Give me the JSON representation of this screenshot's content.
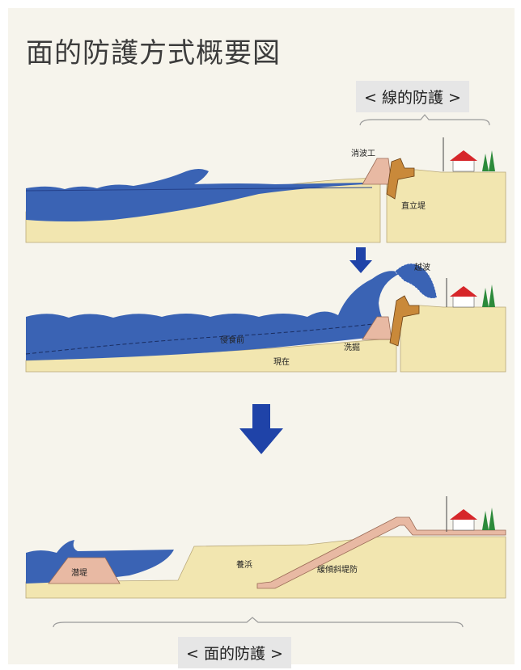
{
  "title": "面的防護方式概要図",
  "labels": {
    "top": "< 線的防護 >",
    "bottom": "< 面的防護 >",
    "top_bottom_caption": "",
    "bottom_caption": "面的防護"
  },
  "scene1": {
    "wave_breaker": "消波工",
    "seawall": "直立堤"
  },
  "scene2": {
    "overtopping": "越波",
    "before_erosion": "侵食前",
    "present": "現在",
    "scour": "洗掘"
  },
  "scene3": {
    "submerged_breakwater": "潜堤",
    "nourishment": "養浜",
    "gentle_seawall": "緩傾斜堤防"
  },
  "colors": {
    "sea": "#3a63b4",
    "sand": "#f2e6b0",
    "arrow": "#1f43a8",
    "roof": "#d6262a",
    "tree": "#2c8a3a",
    "block": "#e8b9a3"
  }
}
